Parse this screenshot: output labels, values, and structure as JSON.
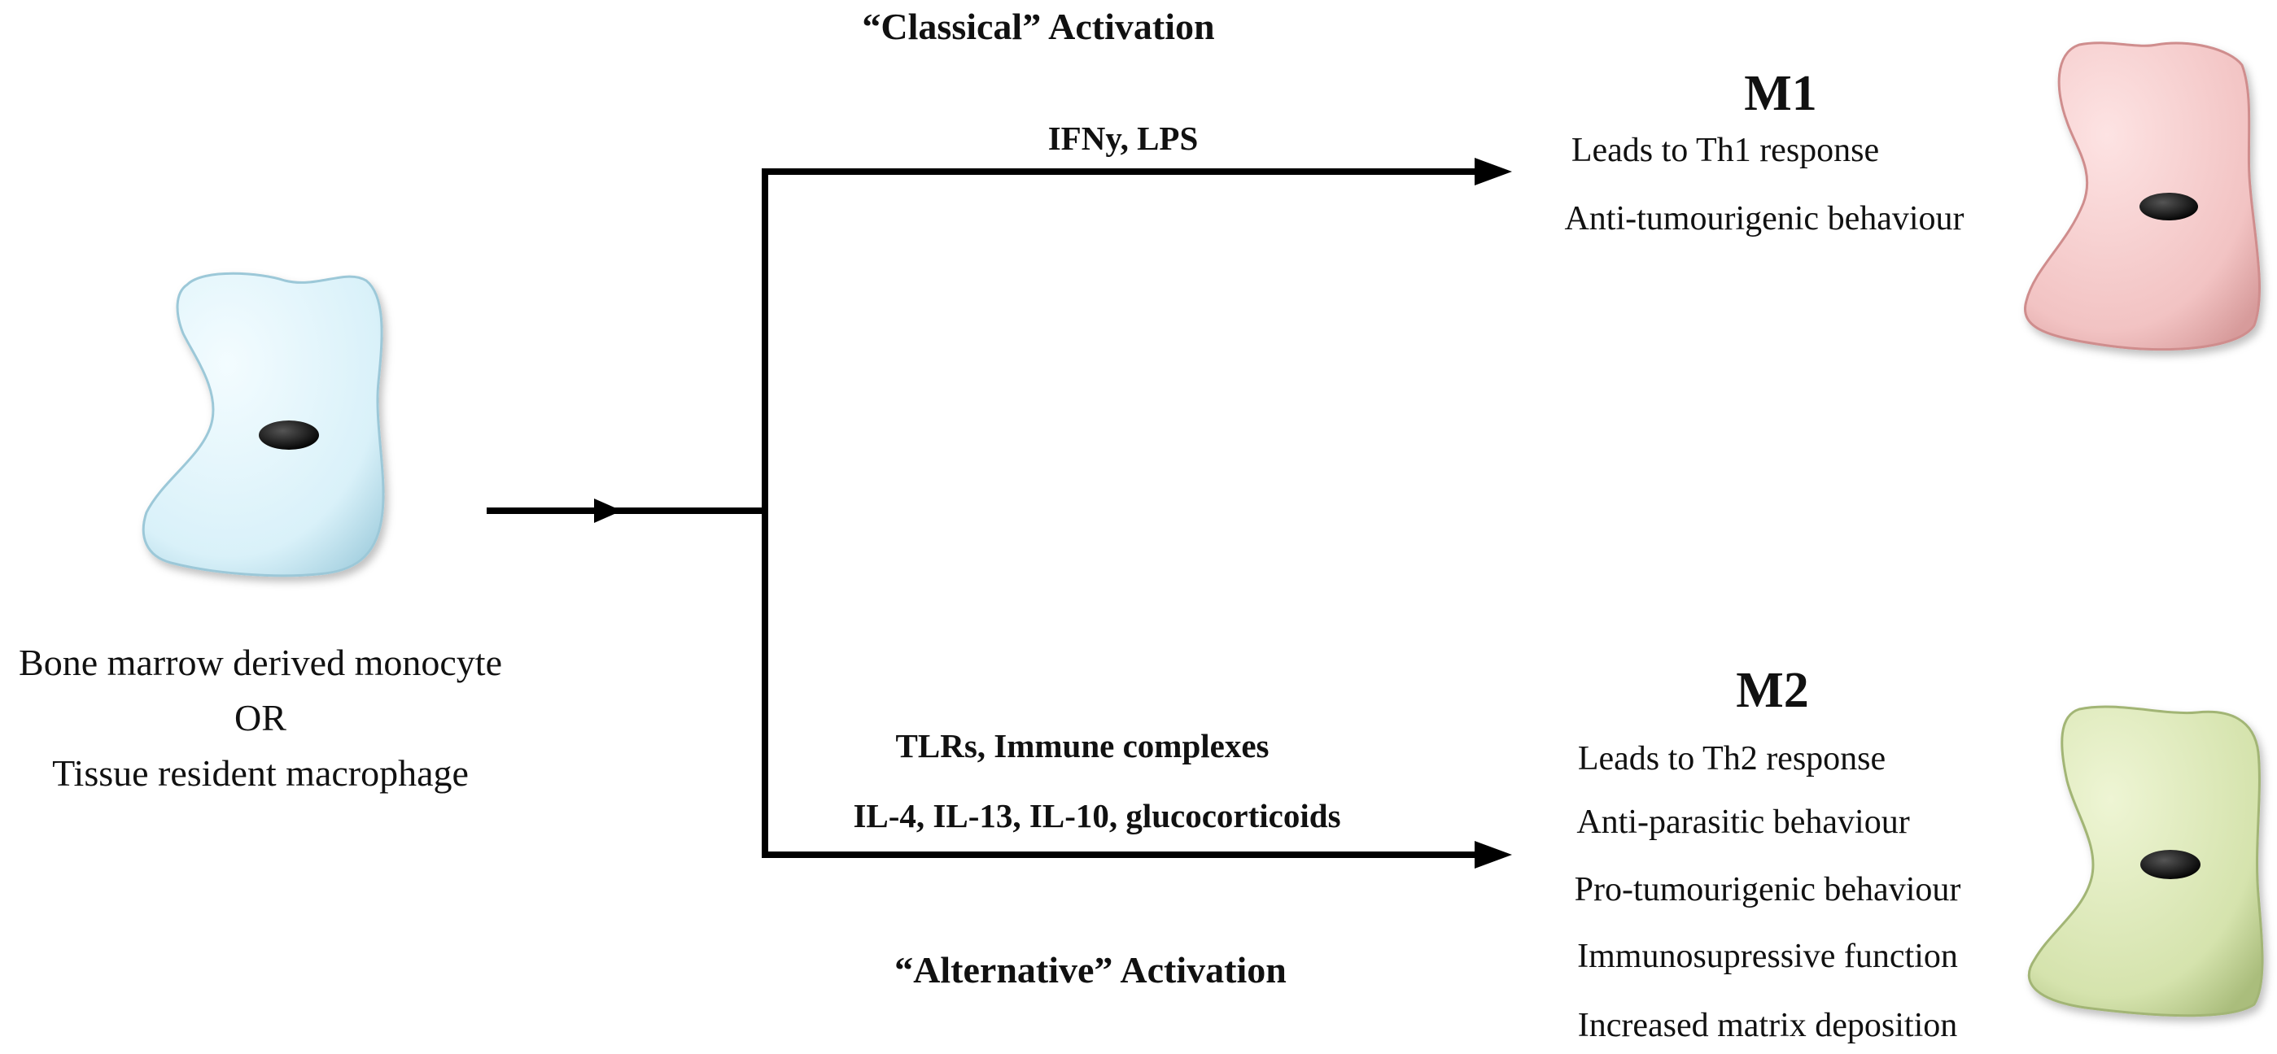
{
  "classical": {
    "title": "“Classical” Activation",
    "stimulus": "IFNy, LPS"
  },
  "alternative": {
    "title": "“Alternative” Activation",
    "stimulus_1": "TLRs, Immune complexes",
    "stimulus_2": "IL-4, IL-13, IL-10, glucocorticoids"
  },
  "source": {
    "line_1": "Bone marrow derived monocyte",
    "line_2": "OR",
    "line_3": "Tissue resident macrophage",
    "cell_color": "#d9f1f9"
  },
  "m1": {
    "label": "M1",
    "properties": [
      "Leads to Th1 response",
      "Anti-tumourigenic behaviour"
    ],
    "cell_color": "#f2c3c3"
  },
  "m2": {
    "label": "M2",
    "properties": [
      "Leads to Th2 response",
      "Anti-parasitic behaviour",
      "Pro-tumourigenic behaviour",
      "Immunosupressive function",
      "Increased matrix deposition"
    ],
    "cell_color": "#d5e3ad"
  }
}
